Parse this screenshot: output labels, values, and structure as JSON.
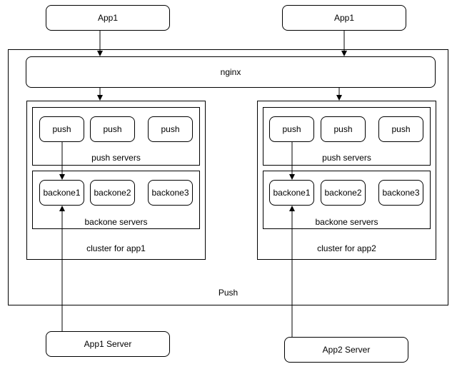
{
  "top_apps": [
    "App1",
    "App1"
  ],
  "nginx": "nginx",
  "outer_label": "Push",
  "clusters": [
    {
      "label": "cluster for app1",
      "push_group_label": "push servers",
      "push_nodes": [
        "push",
        "push",
        "push"
      ],
      "backone_group_label": "backone servers",
      "backone_nodes": [
        "backone1",
        "backone2",
        "backone3"
      ]
    },
    {
      "label": "cluster for app2",
      "push_group_label": "push servers",
      "push_nodes": [
        "push",
        "push",
        "push"
      ],
      "backone_group_label": "backone servers",
      "backone_nodes": [
        "backone1",
        "backone2",
        "backone3"
      ]
    }
  ],
  "servers": [
    "App1 Server",
    "App2 Server"
  ]
}
